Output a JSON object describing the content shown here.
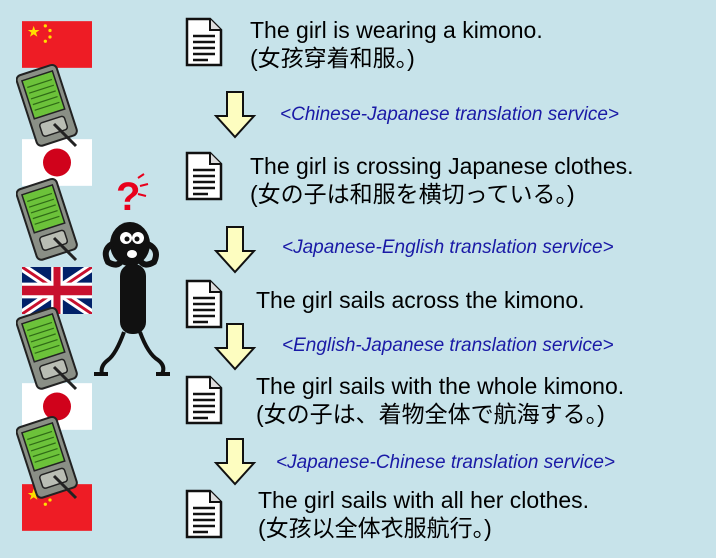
{
  "colors": {
    "background": "#c7e3ea",
    "service_text": "#1a1aa6",
    "arrow_fill": "#fdfdc0",
    "flag_china_red": "#ee1c25",
    "flag_china_star": "#ffde00",
    "flag_japan_red": "#d0021b"
  },
  "steps": [
    {
      "english": "The girl is wearing a kimono.",
      "original": "(女孩穿着和服。)",
      "flag": "china-flag"
    },
    {
      "service": "<Chinese-Japanese translation service>"
    },
    {
      "english": "The girl is crossing Japanese clothes.",
      "original": "(女の子は和服を横切っている。)",
      "flag": "japan-flag"
    },
    {
      "service": "<Japanese-English translation service>"
    },
    {
      "english": "The girl sails across the kimono.",
      "flag": "uk-flag"
    },
    {
      "service": "<English-Japanese translation service>"
    },
    {
      "english": "The girl sails with the whole kimono.",
      "original": "(女の子は、着物全体で航海する。)",
      "flag": "japan-flag"
    },
    {
      "service": "<Japanese-Chinese translation service>"
    },
    {
      "english": "The girl sails with all her clothes.",
      "original": "(女孩以全体衣服航行。)",
      "flag": "china-flag"
    }
  ],
  "confused_figure": {
    "mark": "?"
  }
}
